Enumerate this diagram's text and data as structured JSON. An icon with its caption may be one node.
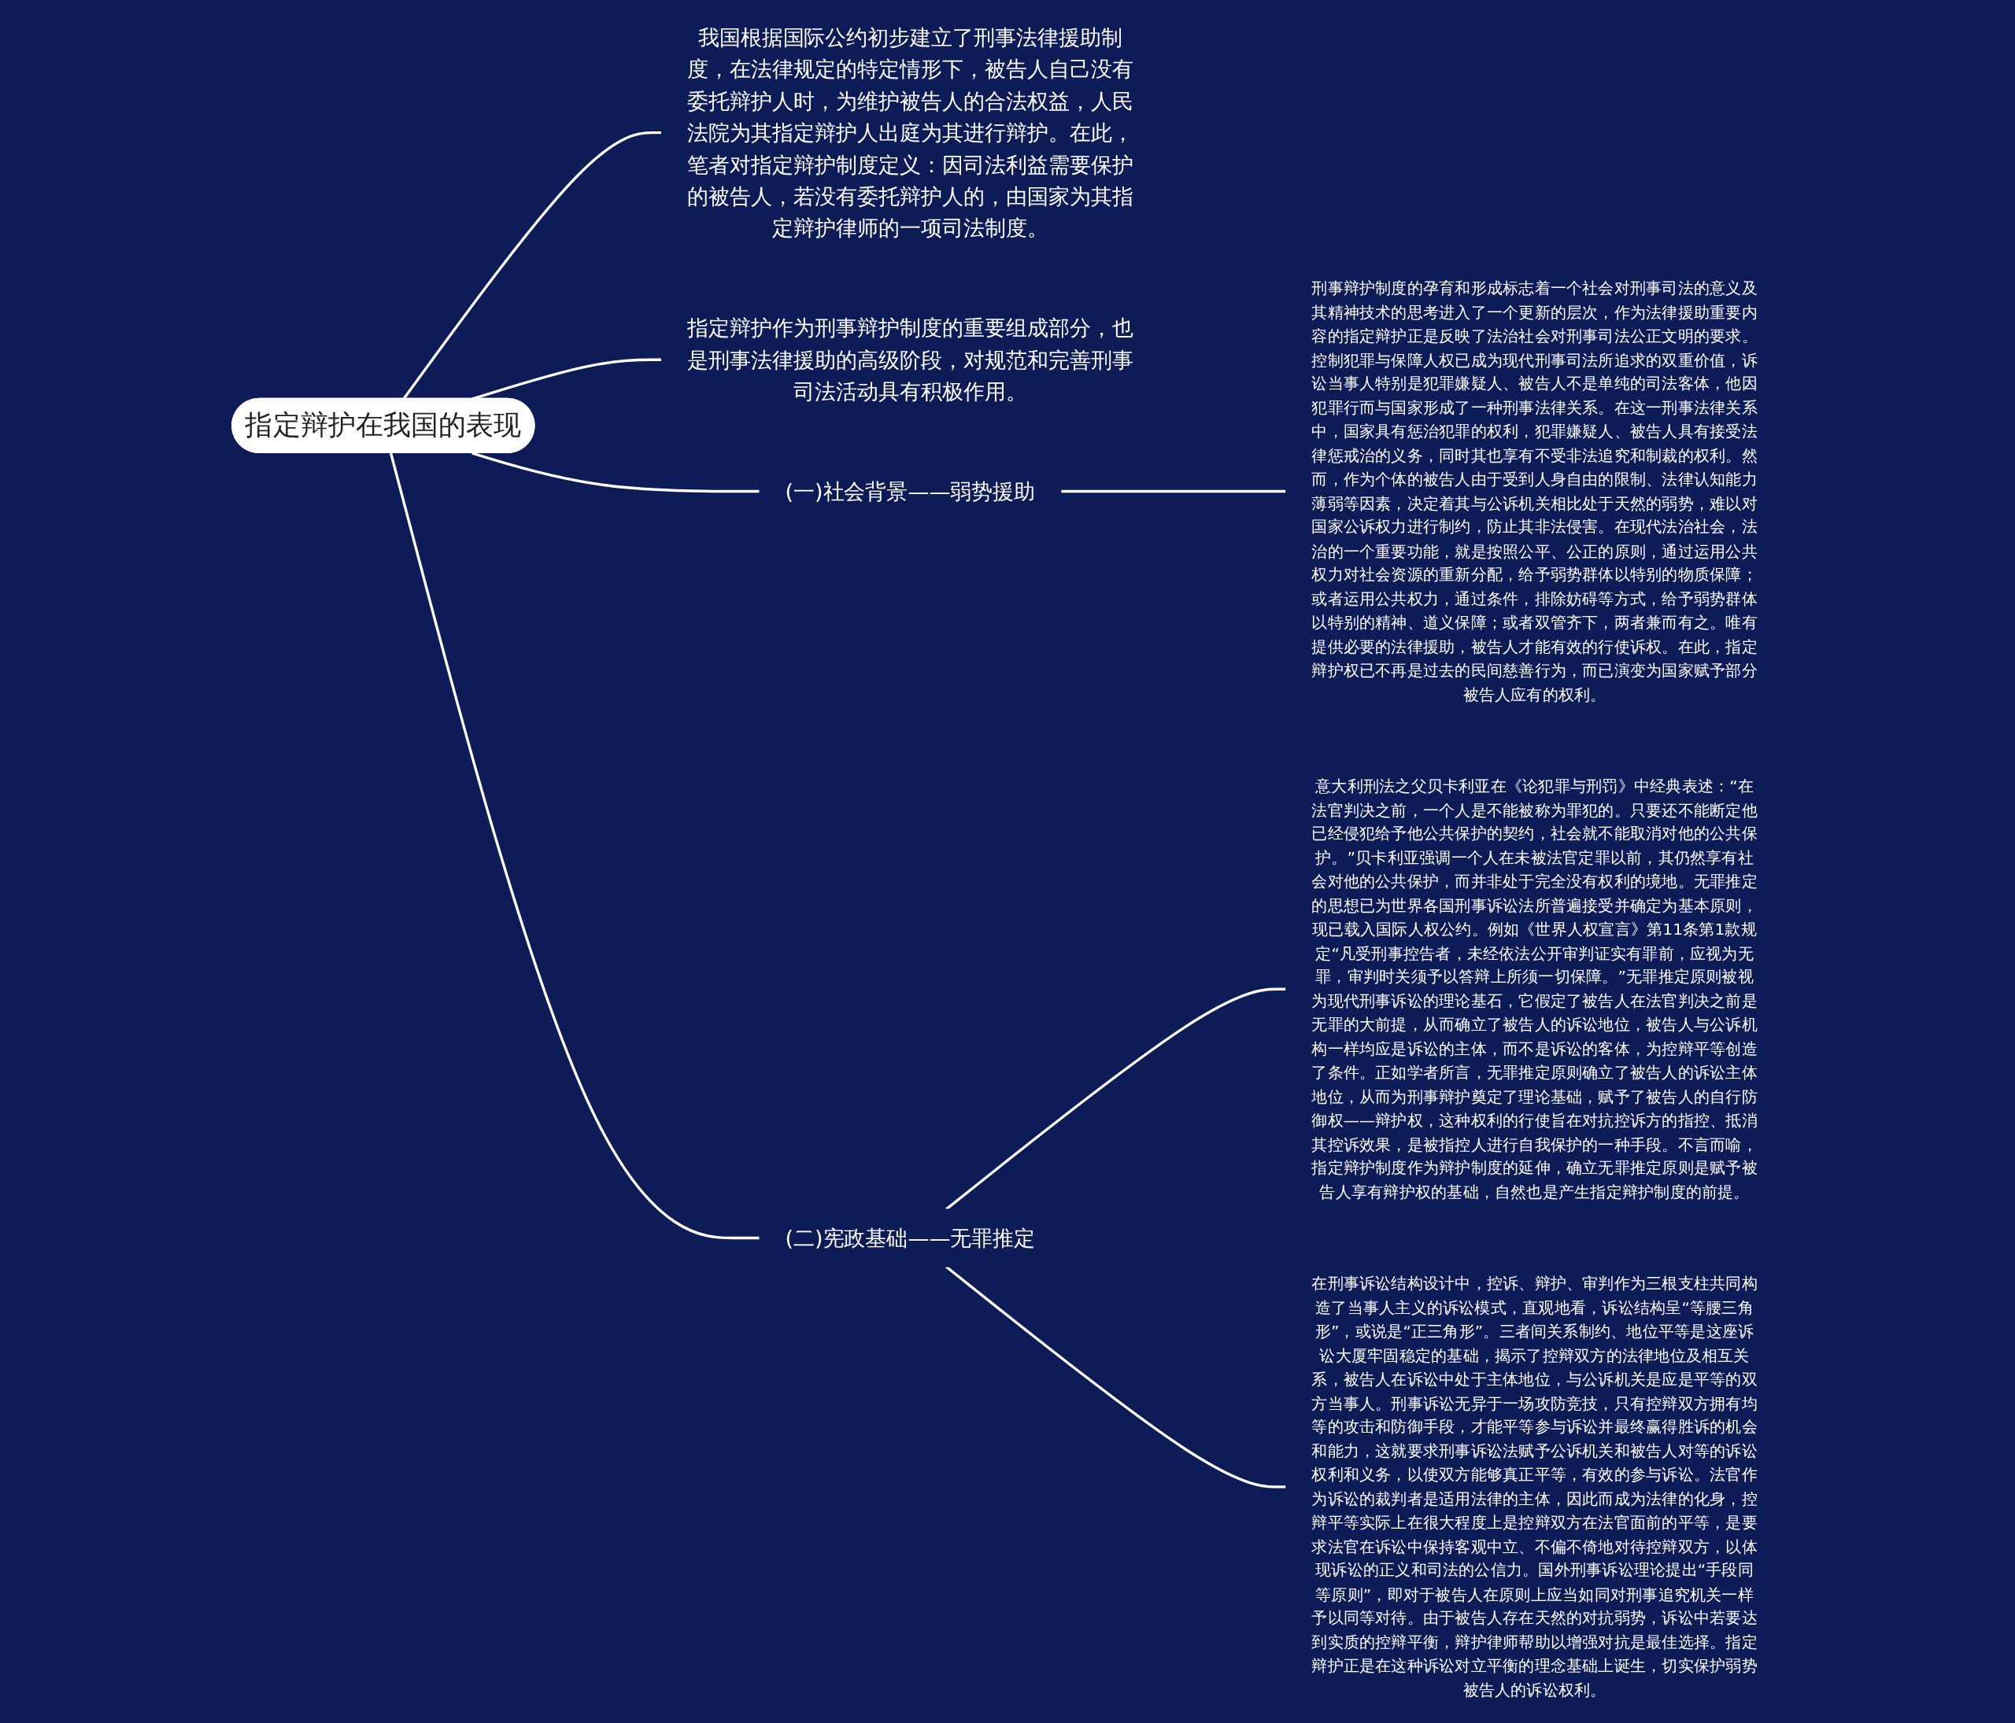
{
  "diagram": {
    "nodes": [
      {
        "text": [
          "指定辩护在我国的表现"
        ]
      },
      {
        "text": [
          "我国根据国际公约初步建立了刑事法律援助制度，在法律规定的特定情形下，被告人自己没有委托辩护人时，为维护被告人的合法权益，人民法院为其指定辩护人出庭为其进行辩护。在此，笔者对指定辩护制度定义：因司法利益需要保护的被告人，若没有委托辩护人的，由国家为其指定辩护律师的一项司法制度。"
        ]
      },
      {
        "text": [
          "指定辩护作为刑事辩护制度的重要组成部分，也是刑事法律援助的高级阶段，对规范和完善刑事司法活动具有积极作用。"
        ]
      },
      {
        "text": [
          "(一)社会背景——弱势援助"
        ]
      },
      {
        "text": [
          "刑事辩护制度的孕育和形成标志着一个社会对刑事司法的意义及其精神技术的思考进入了一个更新的层次，作为法律援助重要内容的指定辩护正是反映了法治社会对刑事司法公正文明的要求。控制犯罪与保障人权已成为现代刑事司法所追求的双重价值，诉讼当事人特别是犯罪嫌疑人、被告人不是单纯的司法客体，他因犯罪行而与国家形成了一种刑事法律关系。在这一刑事法律关系中，国家具有惩治犯罪的权利，犯罪嫌疑人、被告人具有接受法律惩戒治的义务，同时其也享有不受非法追究和制裁的权利。然而，作为个体的被告人由于受到人身自由的限制、法律认知能力薄弱等因素，决定着其与公诉机关相比处于天然的弱势，难以对国家公诉权力进行制约，防止其非法侵害。在现代法治社会，法治的一个重要功能，就是按照公平、公正的原则，通过运用公共权力对社会资源的重新分配，给予弱势群体以特别的物质保障；或者运用公共权力，通过条件，排除妨碍等方式，给予弱势群体以特别的精神、道义保障；或者双管齐下，两者兼而有之。唯有提供必要的法律援助，被告人才能有效的行使诉权。在此，指定辩护权已不再是过去的民间慈善行为，而已演变为国家赋予部分被告人应有的权利。"
        ]
      },
      {
        "text": [
          "(二)宪政基础——无罪推定"
        ]
      },
      {
        "text": [
          "意大利刑法之父贝卡利亚在《论犯罪与刑罚》中经典表述：“在法官判决之前，一个人是不能被称为罪犯的。只要还不能断定他已经侵犯给予他公共保护的契约，社会就不能取消对他的公共保护。”贝卡利亚强调一个人在未被法官定罪以前，其仍然享有社会对他的公共保护，而并非处于完全没有权利的境地。无罪推定的思想已为世界各国刑事诉讼法所普遍接受并确定为基本原则，现已载入国际人权公约。例如《世界人权宣言》第11条第1款规定“凡受刑事控告者，未经依法公开审判证实有罪前，应视为无罪，审判时关须予以答辩上所须一切保障。”无罪推定原则被视为现代刑事诉讼的理论基石，它假定了被告人在法官判决之前是无罪的大前提，从而确立了被告人的诉讼地位，被告人与公诉机构一样均应是诉讼的主体，而不是诉讼的客体，为控辩平等创造了条件。正如学者所言，无罪推定原则确立了被告人的诉讼主体地位，从而为刑事辩护奠定了理论基础，赋予了被告人的自行防御权——辩护权，这种权利的行使旨在对抗控诉方的指控、抵消其控诉效果，是被指控人进行自我保护的一种手段。不言而喻，指定辩护制度作为辩护制度的延伸，确立无罪推定原则是赋予被告人享有辩护权的基础，自然也是产生指定辩护制度的前提。"
        ]
      },
      {
        "text": [
          "在刑事诉讼结构设计中，控诉、辩护、审判作为三根支柱共同构造了当事人主义的诉讼模式，直观地看，诉讼结构呈“等腰三角形”，或说是“正三角形”。三者间关系制约、地位平等是这座诉讼大厦牢固稳定的基础，揭示了控辩双方的法律地位及相互关系，被告人在诉讼中处于主体地位，与公诉机关是应是平等的双方当事人。刑事诉讼无异于一场攻防竞技，只有控辩双方拥有均等的攻击和防御手段，才能平等参与诉讼并最终赢得胜诉的机会和能力，这就要求刑事诉讼法赋予公诉机关和被告人对等的诉讼权利和义务，以使双方能够真正平等，有效的参与诉讼。法官作为诉讼的裁判者是适用法律的主体，因此而成为法律的化身，控辩平等实际上在很大程度上是控辩双方在法官面前的平等，是要求法官在诉讼中保持客观中立、不偏不倚地对待控辩双方，以体现诉讼的正义和司法的公信力。国外刑事诉讼理论提出“手段同等原则”，即对于被告人在原则上应当如同对刑事追究机关一样予以同等对待。由于被告人存在天然的对抗弱势，诉讼中若要达到实质的控辩平衡，辩护律师帮助以增强对抗是最佳选择。指定辩护正是在这种诉讼对立平衡的理念基础上诞生，切实保护弱势被告人的诉讼权利。"
        ]
      }
    ],
    "edges": [
      {
        "from": 0,
        "to": 1,
        "arrow": "none"
      },
      {
        "from": 0,
        "to": 2,
        "arrow": "none"
      },
      {
        "from": 0,
        "to": 3,
        "arrow": "none"
      },
      {
        "from": 3,
        "to": 4,
        "arrow": "none"
      },
      {
        "from": 0,
        "to": 5,
        "arrow": "none"
      },
      {
        "from": 5,
        "to": 6,
        "arrow": "none"
      },
      {
        "from": 5,
        "to": 7,
        "arrow": "none"
      }
    ]
  }
}
